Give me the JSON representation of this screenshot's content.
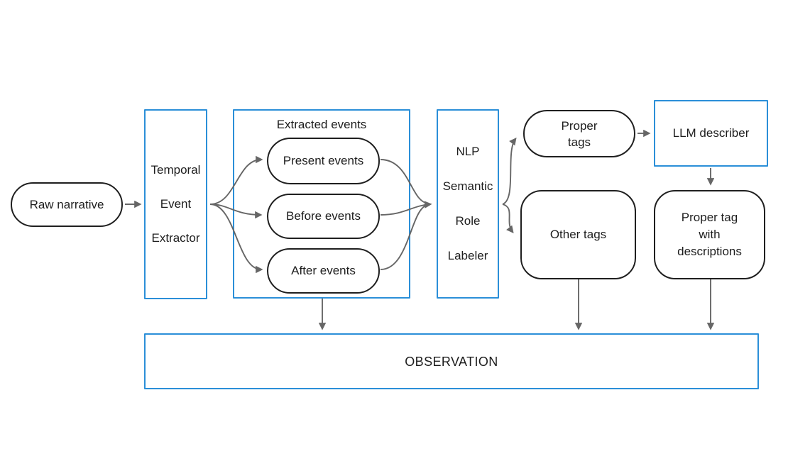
{
  "diagram": {
    "colors": {
      "accent_blue": "#2b8fd8",
      "node_border": "#1f1f1f",
      "arrow": "#666666",
      "text": "#1d1d1d",
      "background": "#ffffff"
    },
    "nodes": {
      "raw_narrative": {
        "label": "Raw narrative"
      },
      "temporal_extractor": {
        "lines": [
          "Temporal",
          "Event",
          "Extractor"
        ]
      },
      "extracted_events_group": {
        "title": "Extracted events"
      },
      "present_events": {
        "label": "Present events"
      },
      "before_events": {
        "label": "Before events"
      },
      "after_events": {
        "label": "After events"
      },
      "nlp_srl": {
        "lines": [
          "NLP",
          "Semantic",
          "Role",
          "Labeler"
        ]
      },
      "proper_tags": {
        "lines": [
          "Proper",
          "tags"
        ]
      },
      "other_tags": {
        "label": "Other tags"
      },
      "llm_describer": {
        "label": "LLM describer"
      },
      "proper_tag_descriptions": {
        "lines": [
          "Proper tag",
          "with",
          "descriptions"
        ]
      },
      "observation": {
        "label": "OBSERVATION"
      }
    },
    "edges": [
      {
        "from": "raw_narrative",
        "to": "temporal_extractor"
      },
      {
        "from": "temporal_extractor",
        "to": "present_events"
      },
      {
        "from": "temporal_extractor",
        "to": "before_events"
      },
      {
        "from": "temporal_extractor",
        "to": "after_events"
      },
      {
        "from": "present_events",
        "to": "nlp_srl"
      },
      {
        "from": "before_events",
        "to": "nlp_srl"
      },
      {
        "from": "after_events",
        "to": "nlp_srl"
      },
      {
        "from": "nlp_srl",
        "to": "proper_tags"
      },
      {
        "from": "nlp_srl",
        "to": "other_tags"
      },
      {
        "from": "proper_tags",
        "to": "llm_describer"
      },
      {
        "from": "llm_describer",
        "to": "proper_tag_descriptions"
      },
      {
        "from": "extracted_events_group",
        "to": "observation"
      },
      {
        "from": "other_tags",
        "to": "observation"
      },
      {
        "from": "proper_tag_descriptions",
        "to": "observation"
      }
    ]
  }
}
